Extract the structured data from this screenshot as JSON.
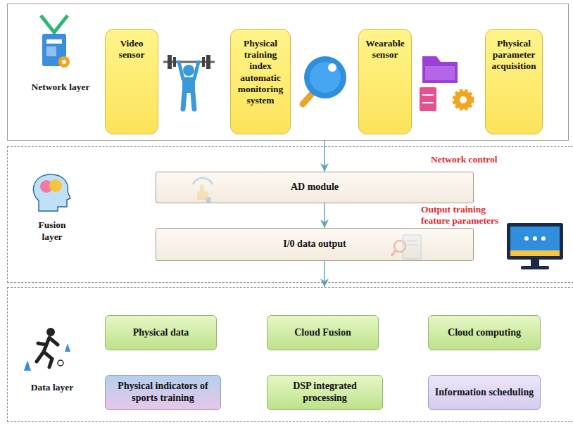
{
  "diagram": {
    "nodes": [
      {
        "text": [
          "Network layer"
        ]
      },
      {
        "text": [
          "Video sensor"
        ],
        "in": 0
      },
      {
        "text": [
          "Physical training index automatic monitoring system"
        ],
        "in": 0
      },
      {
        "text": [
          "Wearable sensor"
        ],
        "in": 0
      },
      {
        "text": [
          "Physical parameter acquisition"
        ],
        "in": 0
      },
      {
        "text": [
          "Fusion layer"
        ]
      },
      {
        "text": [
          "AD module"
        ],
        "in": 5
      },
      {
        "text": [
          "I/0 data output"
        ],
        "in": 5
      },
      {
        "text": [
          "Data layer"
        ]
      },
      {
        "text": [
          "Physical data"
        ],
        "in": 8
      },
      {
        "text": [
          "Cloud Fusion"
        ],
        "in": 8
      },
      {
        "text": [
          "Cloud computing"
        ],
        "in": 8
      },
      {
        "text": [
          "Physical indicators of sports training"
        ],
        "in": 8
      },
      {
        "text": [
          "DSP integrated processing"
        ],
        "in": 8
      },
      {
        "text": [
          "Information scheduling"
        ],
        "in": 8
      }
    ],
    "edges": [
      {
        "from": 0,
        "to": 6,
        "arrow": "to"
      },
      {
        "from": 6,
        "to": 7,
        "arrow": "to"
      },
      {
        "from": 7,
        "to": 8,
        "arrow": "to"
      }
    ],
    "labels": [
      "Network control",
      "Output training feature parameters"
    ]
  }
}
